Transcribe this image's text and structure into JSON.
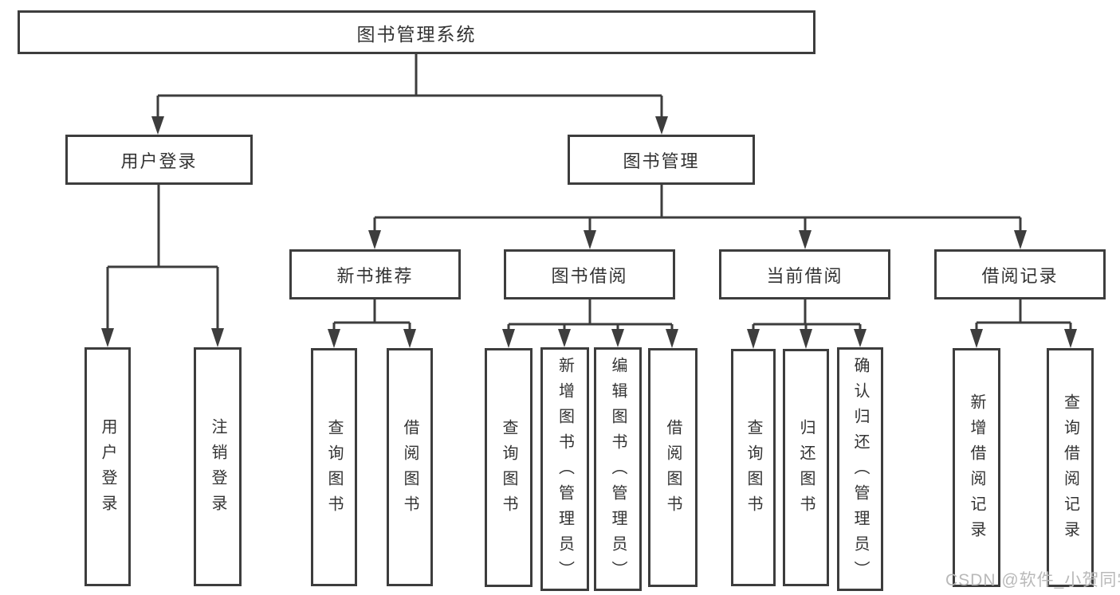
{
  "diagram": {
    "title": "图书管理系统",
    "type": "hierarchy-tree",
    "colors": {
      "line": "#3d3d3d",
      "border": "#3d3d3d",
      "text": "#333333",
      "background": "#ffffff",
      "watermark_text": "#b9b9b9"
    }
  },
  "nodes": {
    "root": "图书管理系统",
    "user_login": "用户登录",
    "book_mgmt": "图书管理",
    "new_book_rec": "新书推荐",
    "book_borrow": "图书借阅",
    "current_borrow": "当前借阅",
    "borrow_record": "借阅记录",
    "ul_user_login": "用户登录",
    "ul_logout": "注销登录",
    "nb_query_book": "查询图书",
    "nb_borrow_book": "借阅图书",
    "bb_query_book": "查询图书",
    "bb_add_book": "新增图书（管理员）",
    "bb_edit_book": "编辑图书（管理员）",
    "bb_borrow_book": "借阅图书",
    "cb_query_book": "查询图书",
    "cb_return_book": "归还图书",
    "cb_confirm_return": "确认归还（管理员）",
    "br_add_record": "新增借阅记录",
    "br_query_record": "查询借阅记录"
  },
  "hierarchy": {
    "图书管理系统": [
      "用户登录",
      "图书管理"
    ],
    "用户登录": [
      "用户登录",
      "注销登录"
    ],
    "图书管理": [
      "新书推荐",
      "图书借阅",
      "当前借阅",
      "借阅记录"
    ],
    "新书推荐": [
      "查询图书",
      "借阅图书"
    ],
    "图书借阅": [
      "查询图书",
      "新增图书（管理员）",
      "编辑图书（管理员）",
      "借阅图书"
    ],
    "当前借阅": [
      "查询图书",
      "归还图书",
      "确认归还（管理员）"
    ],
    "借阅记录": [
      "新增借阅记录",
      "查询借阅记录"
    ]
  },
  "watermark": {
    "text": "CSDN @软件_小贺同学"
  }
}
